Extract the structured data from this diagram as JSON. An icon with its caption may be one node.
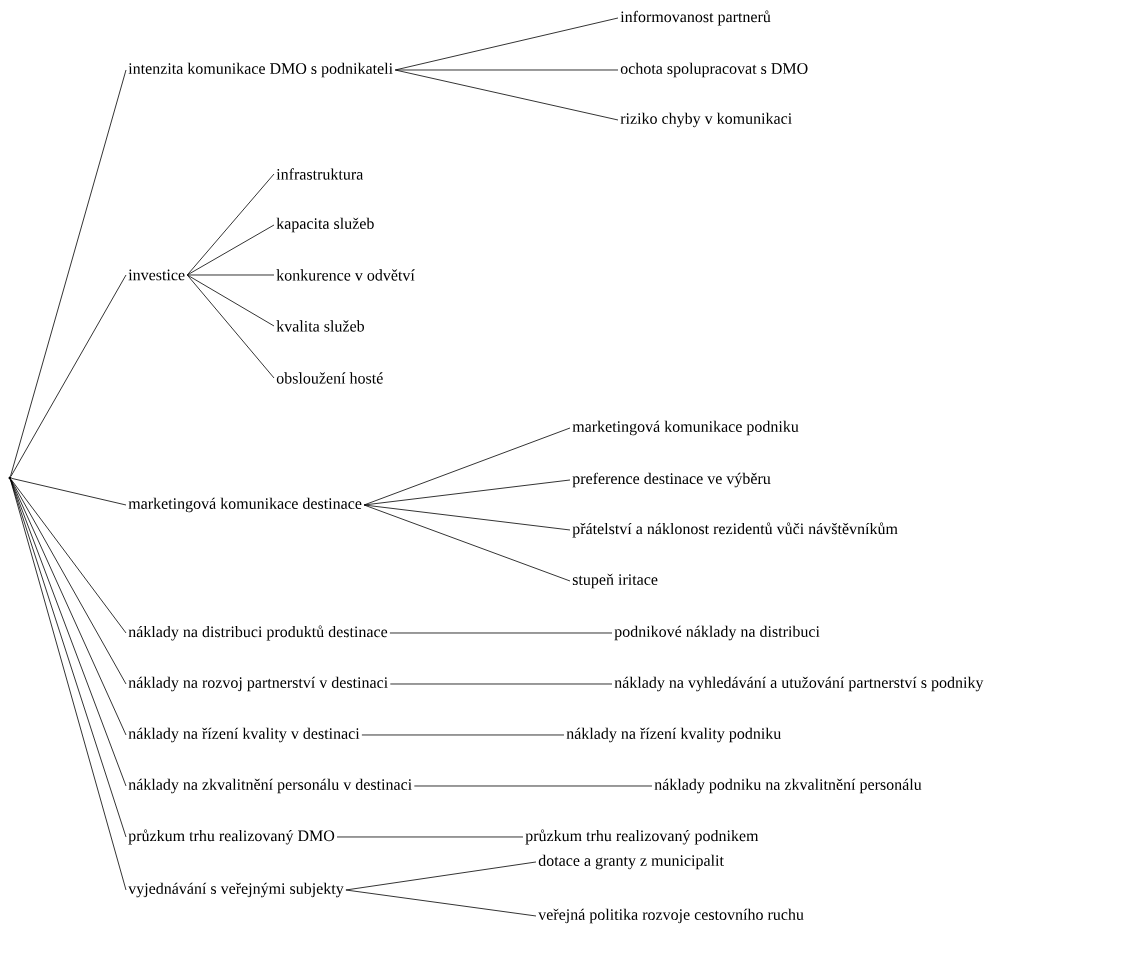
{
  "diagram": {
    "nodes": [
      {
        "text": [],
        "shape": "point"
      },
      {
        "text": [
          "intenzita komunikace DMO s podnikateli"
        ]
      },
      {
        "text": [
          "informovanost partnerů"
        ]
      },
      {
        "text": [
          "ochota spolupracovat s DMO"
        ]
      },
      {
        "text": [
          "riziko chyby v komunikaci"
        ]
      },
      {
        "text": [
          "investice"
        ]
      },
      {
        "text": [
          "infrastruktura"
        ]
      },
      {
        "text": [
          "kapacita služeb"
        ]
      },
      {
        "text": [
          "konkurence v odvětví"
        ]
      },
      {
        "text": [
          "kvalita služeb"
        ]
      },
      {
        "text": [
          "obsloužení hosté"
        ]
      },
      {
        "text": [
          "marketingová komunikace destinace"
        ]
      },
      {
        "text": [
          "marketingová komunikace podniku"
        ]
      },
      {
        "text": [
          "preference destinace ve výběru"
        ]
      },
      {
        "text": [
          "přátelství a náklonost rezidentů vůči návštěvníkům"
        ]
      },
      {
        "text": [
          "stupeň iritace"
        ]
      },
      {
        "text": [
          "náklady na distribuci produktů destinace"
        ]
      },
      {
        "text": [
          "podnikové náklady na distribuci"
        ]
      },
      {
        "text": [
          "náklady na rozvoj partnerství v destinaci"
        ]
      },
      {
        "text": [
          "náklady na vyhledávání a utužování partnerství s podniky"
        ]
      },
      {
        "text": [
          "náklady na řízení kvality v destinaci"
        ]
      },
      {
        "text": [
          "náklady na řízení kvality podniku"
        ]
      },
      {
        "text": [
          "náklady na zkvalitnění personálu v destinaci"
        ]
      },
      {
        "text": [
          "náklady podniku na zkvalitnění personálu"
        ]
      },
      {
        "text": [
          "průzkum trhu realizovaný DMO"
        ]
      },
      {
        "text": [
          "průzkum trhu realizovaný podnikem"
        ]
      },
      {
        "text": [
          "vyjednávání s veřejnými subjekty"
        ]
      },
      {
        "text": [
          "dotace a granty z municipalit"
        ]
      },
      {
        "text": [
          "veřejná politika rozvoje cestovního ruchu"
        ]
      }
    ],
    "edges": [
      {
        "from": 0,
        "to": 1,
        "arrow": "none"
      },
      {
        "from": 1,
        "to": 2,
        "arrow": "none"
      },
      {
        "from": 1,
        "to": 3,
        "arrow": "none"
      },
      {
        "from": 1,
        "to": 4,
        "arrow": "none"
      },
      {
        "from": 0,
        "to": 5,
        "arrow": "none"
      },
      {
        "from": 5,
        "to": 6,
        "arrow": "none"
      },
      {
        "from": 5,
        "to": 7,
        "arrow": "none"
      },
      {
        "from": 5,
        "to": 8,
        "arrow": "none"
      },
      {
        "from": 5,
        "to": 9,
        "arrow": "none"
      },
      {
        "from": 5,
        "to": 10,
        "arrow": "none"
      },
      {
        "from": 0,
        "to": 11,
        "arrow": "none"
      },
      {
        "from": 11,
        "to": 12,
        "arrow": "none"
      },
      {
        "from": 11,
        "to": 13,
        "arrow": "none"
      },
      {
        "from": 11,
        "to": 14,
        "arrow": "none"
      },
      {
        "from": 11,
        "to": 15,
        "arrow": "none"
      },
      {
        "from": 0,
        "to": 16,
        "arrow": "none"
      },
      {
        "from": 16,
        "to": 17,
        "arrow": "none"
      },
      {
        "from": 0,
        "to": 18,
        "arrow": "none"
      },
      {
        "from": 18,
        "to": 19,
        "arrow": "none"
      },
      {
        "from": 0,
        "to": 20,
        "arrow": "none"
      },
      {
        "from": 20,
        "to": 21,
        "arrow": "none"
      },
      {
        "from": 0,
        "to": 22,
        "arrow": "none"
      },
      {
        "from": 22,
        "to": 23,
        "arrow": "none"
      },
      {
        "from": 0,
        "to": 24,
        "arrow": "none"
      },
      {
        "from": 24,
        "to": 25,
        "arrow": "none"
      },
      {
        "from": 0,
        "to": 26,
        "arrow": "none"
      },
      {
        "from": 26,
        "to": 27,
        "arrow": "none"
      },
      {
        "from": 26,
        "to": 28,
        "arrow": "none"
      }
    ]
  }
}
